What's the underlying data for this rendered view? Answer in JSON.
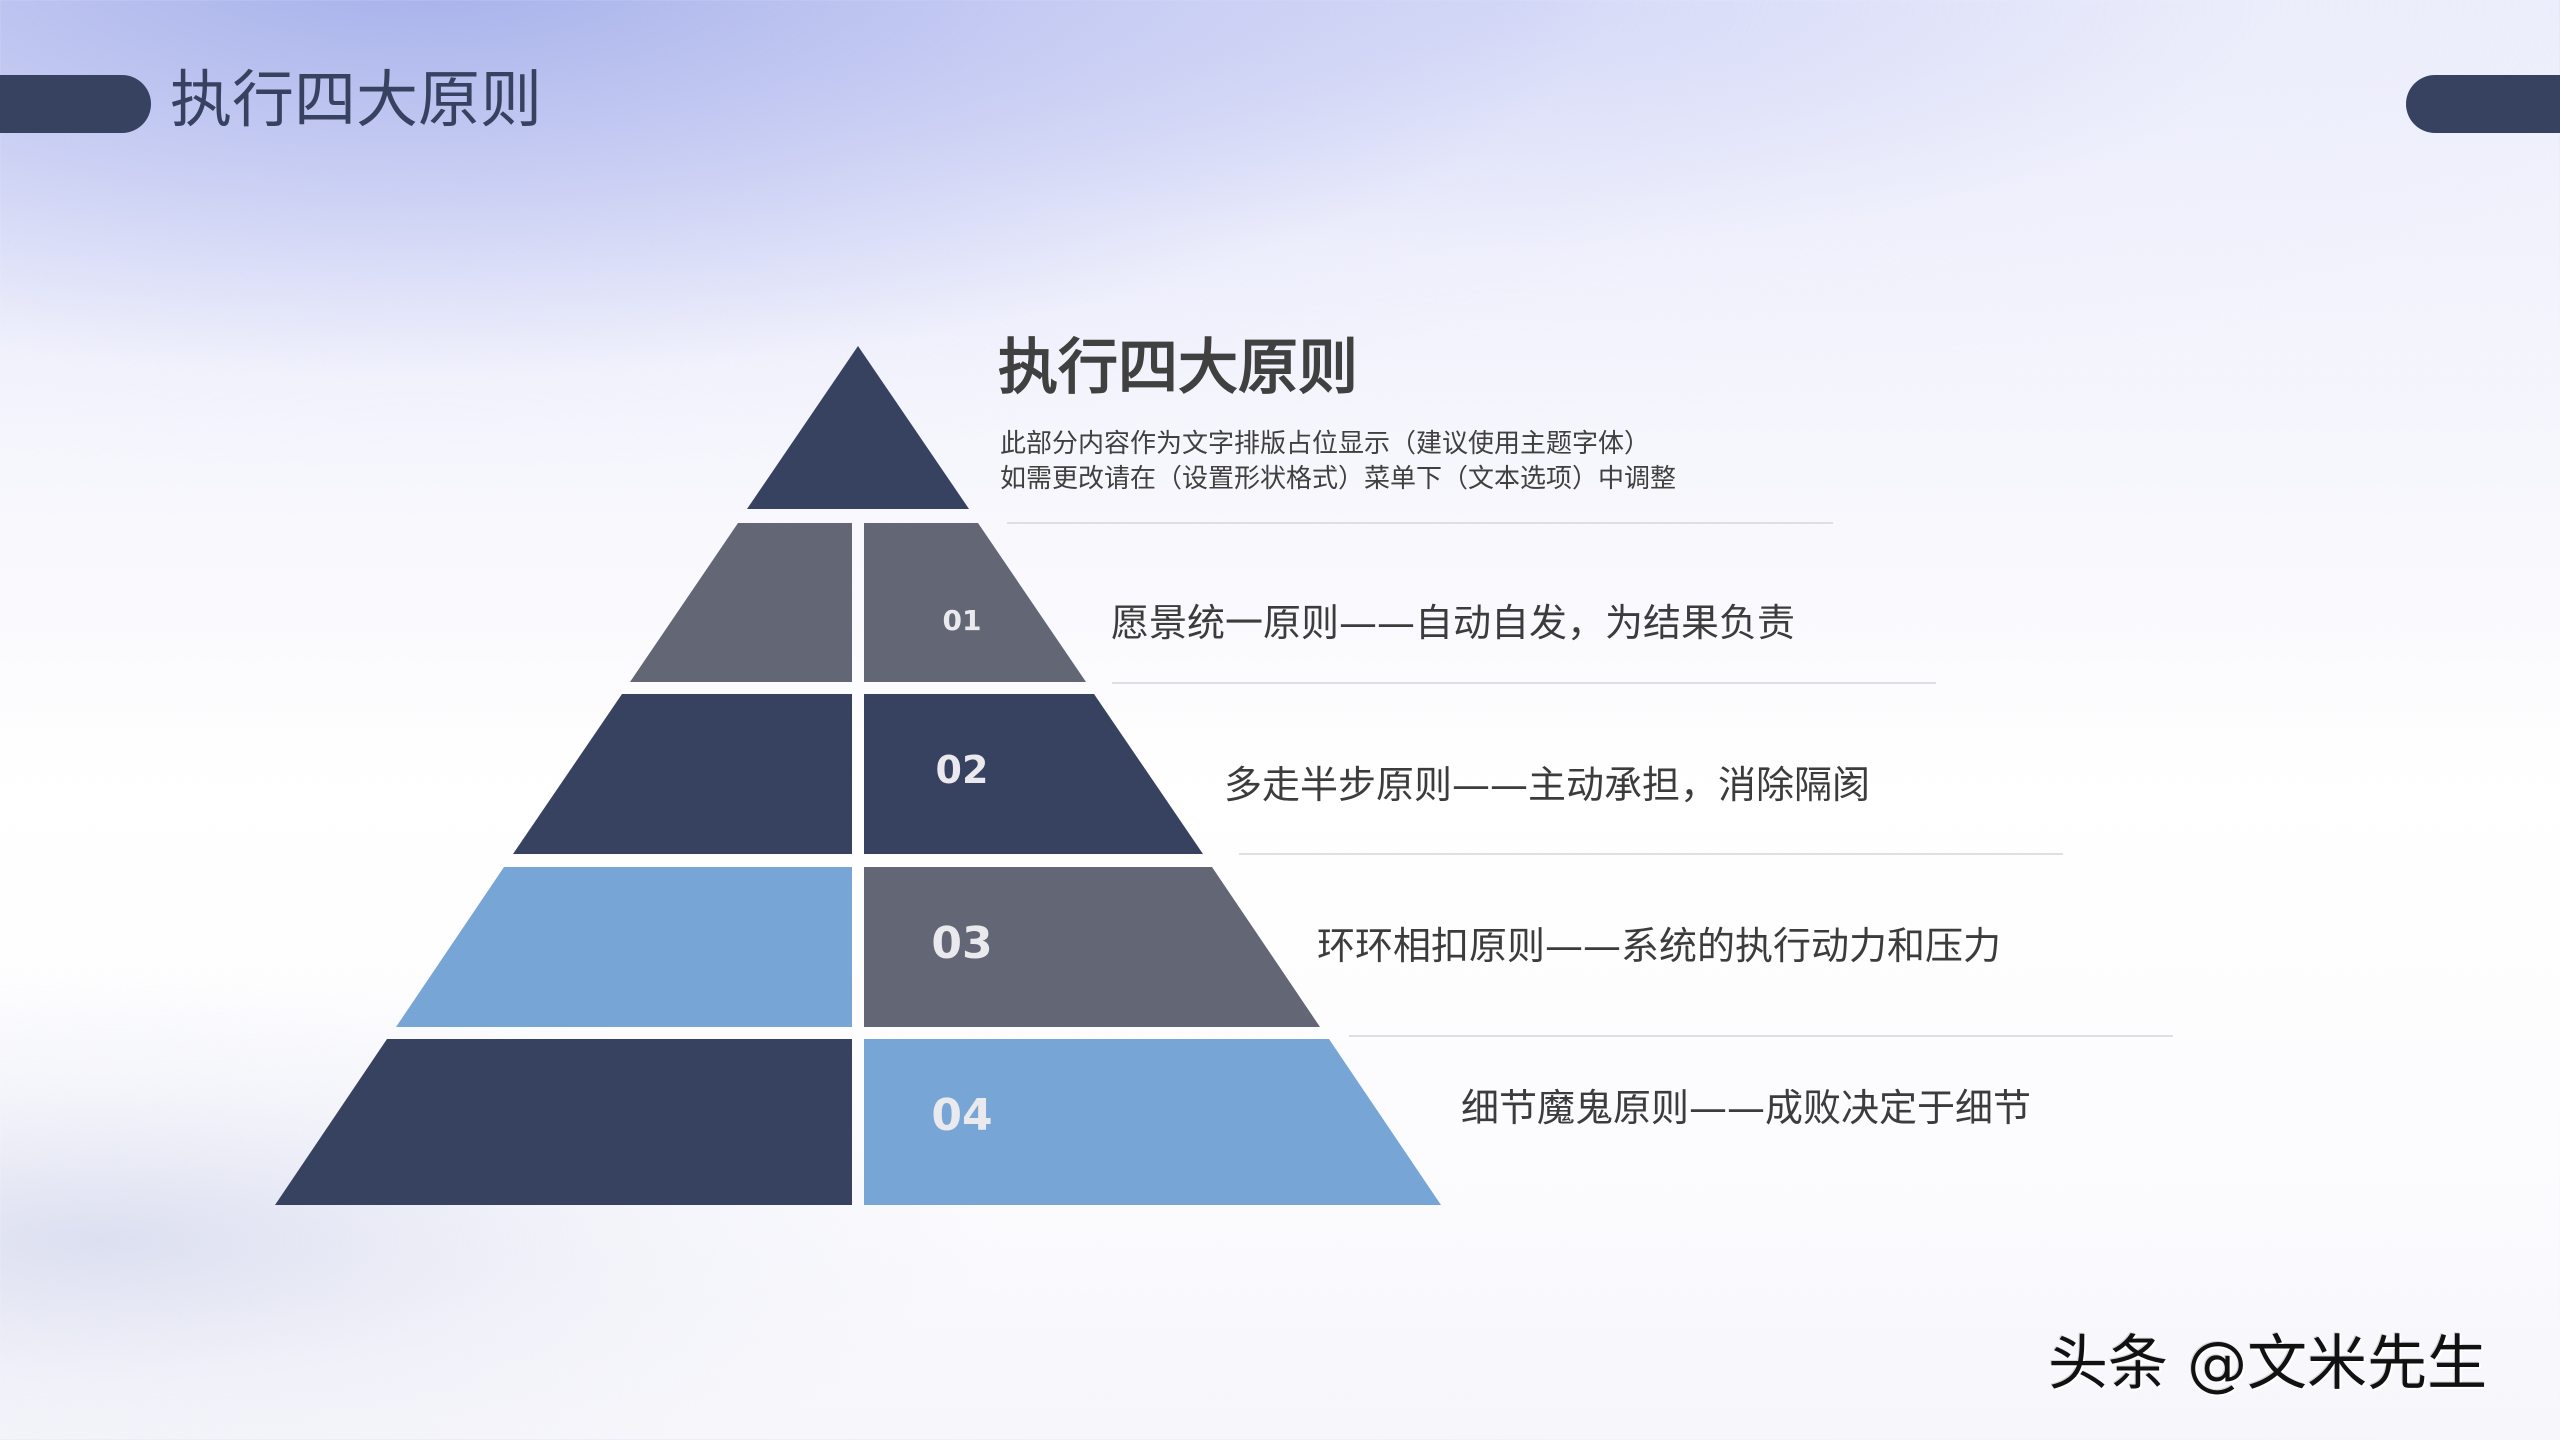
{
  "header": {
    "title": "执行四大原则"
  },
  "content": {
    "heading": "执行四大原则",
    "subtitle_lines": [
      "此部分内容作为文字排版占位显示（建议使用主题字体）",
      "如需更改请在（设置形状格式）菜单下（文本选项）中调整"
    ]
  },
  "principles": [
    {
      "number": "01",
      "text": "愿景统一原则——自动自发，为结果负责"
    },
    {
      "number": "02",
      "text": "多走半步原则——主动承担，消除隔阂"
    },
    {
      "number": "03",
      "text": "环环相扣原则——系统的执行动力和压力"
    },
    {
      "number": "04",
      "text": "细节魔鬼原则——成败决定于细节"
    }
  ],
  "colors": {
    "dark_navy": "#374260",
    "slate_gray": "#636675",
    "light_blue": "#77a6d6",
    "text_dark": "#404040"
  },
  "watermark": "头条 @文米先生"
}
